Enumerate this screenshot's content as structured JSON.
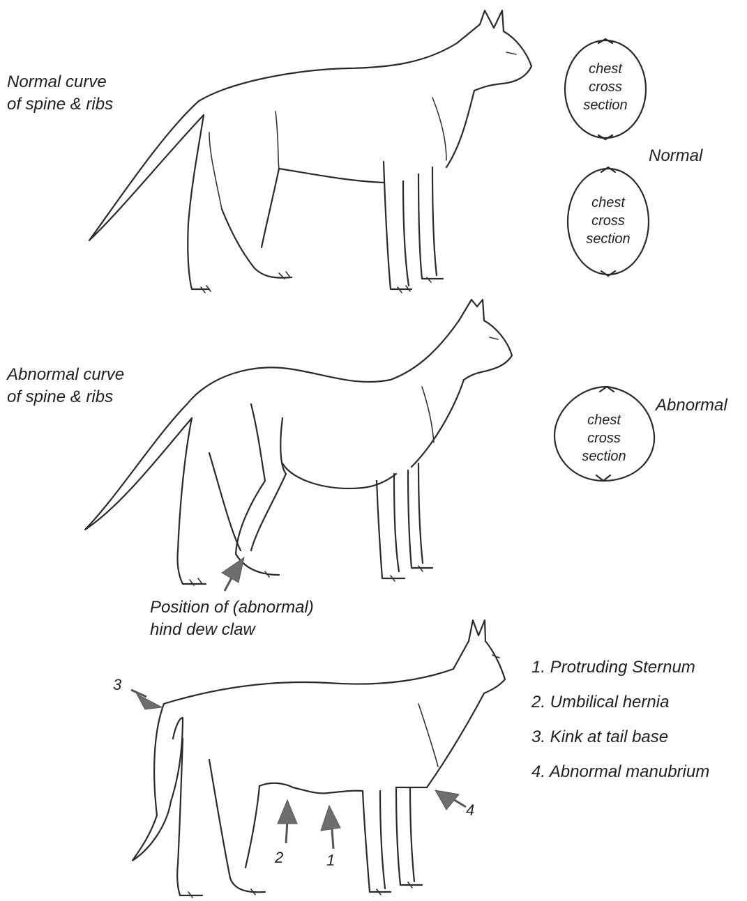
{
  "labels": {
    "normal_curve": [
      "Normal curve",
      "of spine & ribs"
    ],
    "abnormal_curve": [
      "Abnormal curve",
      "of spine & ribs"
    ],
    "normal": "Normal",
    "abnormal": "Abnormal",
    "dew_claw": [
      "Position of (abnormal)",
      "hind dew claw"
    ],
    "chest_cross_section": [
      "chest",
      "cross",
      "section"
    ]
  },
  "legend": [
    "1. Protruding Sternum",
    "2. Umbilical hernia",
    "3. Kink at tail base",
    "4. Abnormal manubrium"
  ],
  "markers": [
    "1",
    "2",
    "3",
    "4"
  ]
}
